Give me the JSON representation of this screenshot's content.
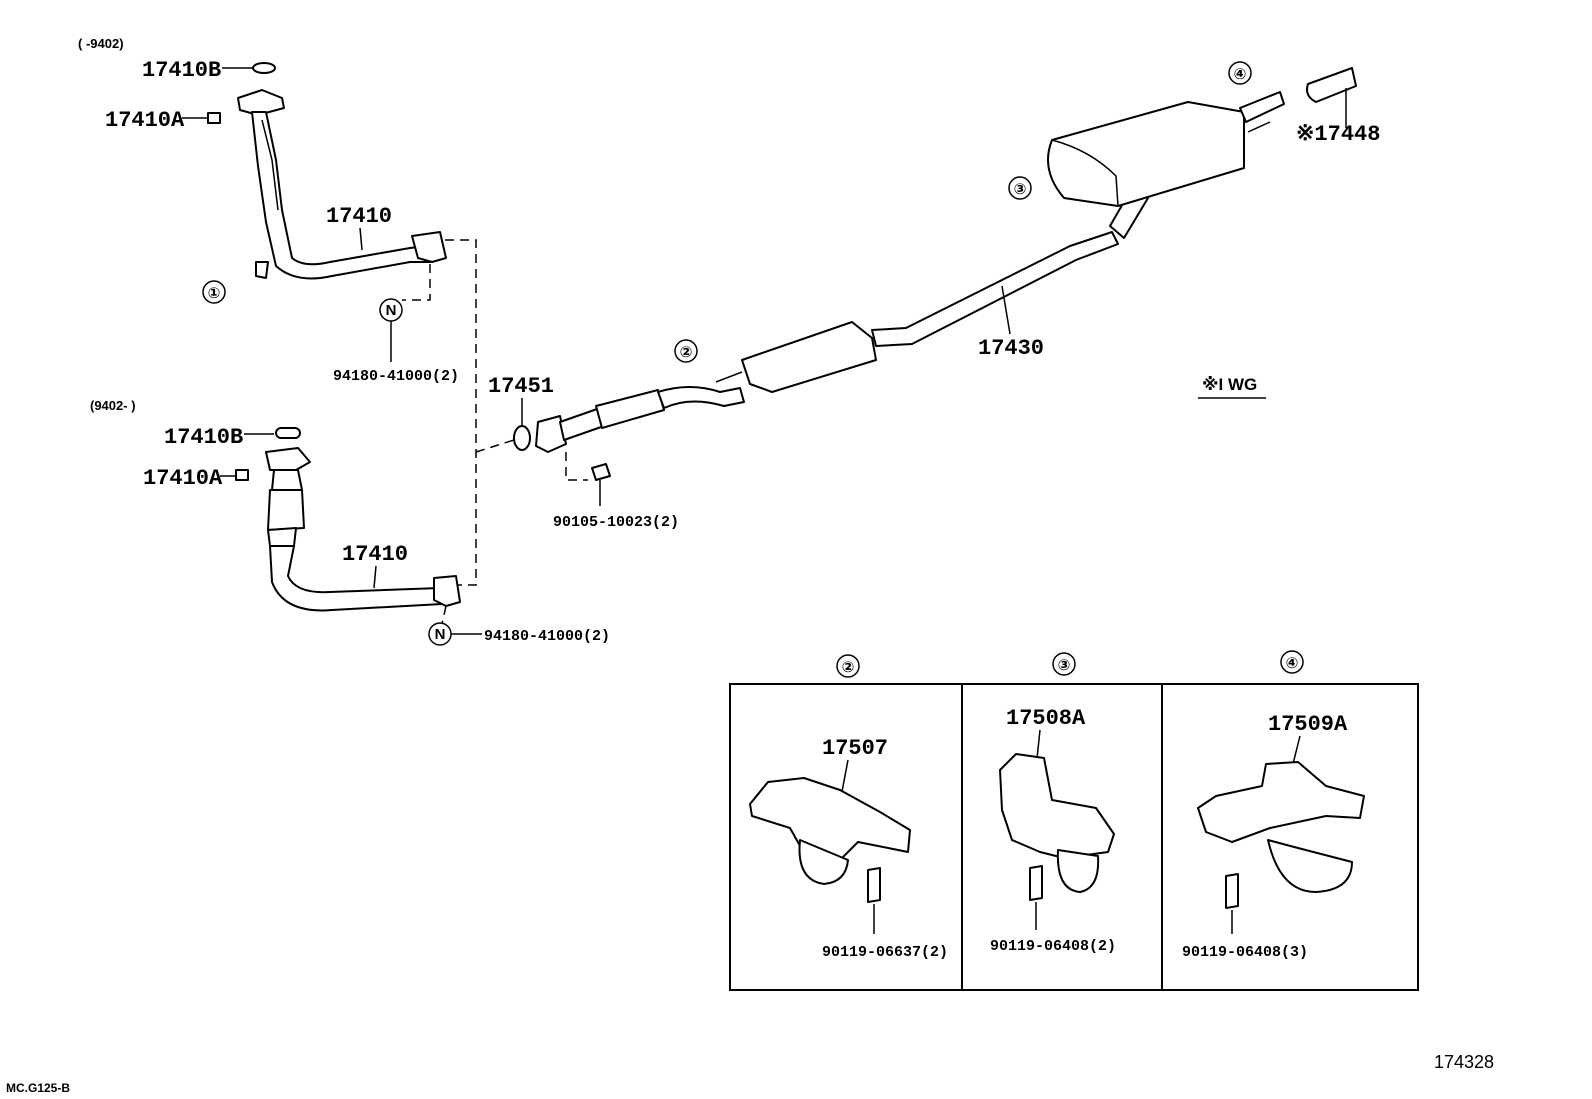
{
  "variant_early": {
    "range": "(     -9402)",
    "gasket_b": "17410B",
    "nut_a": "17410A",
    "pipe": "17410",
    "index_marker": "①"
  },
  "variant_late": {
    "range": "(9402-     )",
    "gasket_b": "17410B",
    "nut_a": "17410A",
    "pipe": "17410"
  },
  "shared_parts": {
    "n_marker": "N",
    "nut_n_early": "94180-41000(2)",
    "nut_n_late": "94180-41000(2)",
    "gasket_17451": "17451",
    "bolt": "90105-10023(2)",
    "center_pipe": "17430",
    "hanger_marker_2": "②",
    "hanger_marker_3": "③",
    "hanger_marker_4": "④",
    "tail_tip": "※17448",
    "note": "※I WG"
  },
  "hangers": [
    {
      "marker": "②",
      "part": "17507",
      "bolt": "90119-06637(2)"
    },
    {
      "marker": "③",
      "part": "17508A",
      "bolt": "90119-06408(2)"
    },
    {
      "marker": "④",
      "part": "17509A",
      "bolt": "90119-06408(3)"
    }
  ],
  "footer": {
    "code": "MC.G125-B",
    "number": "174328"
  }
}
